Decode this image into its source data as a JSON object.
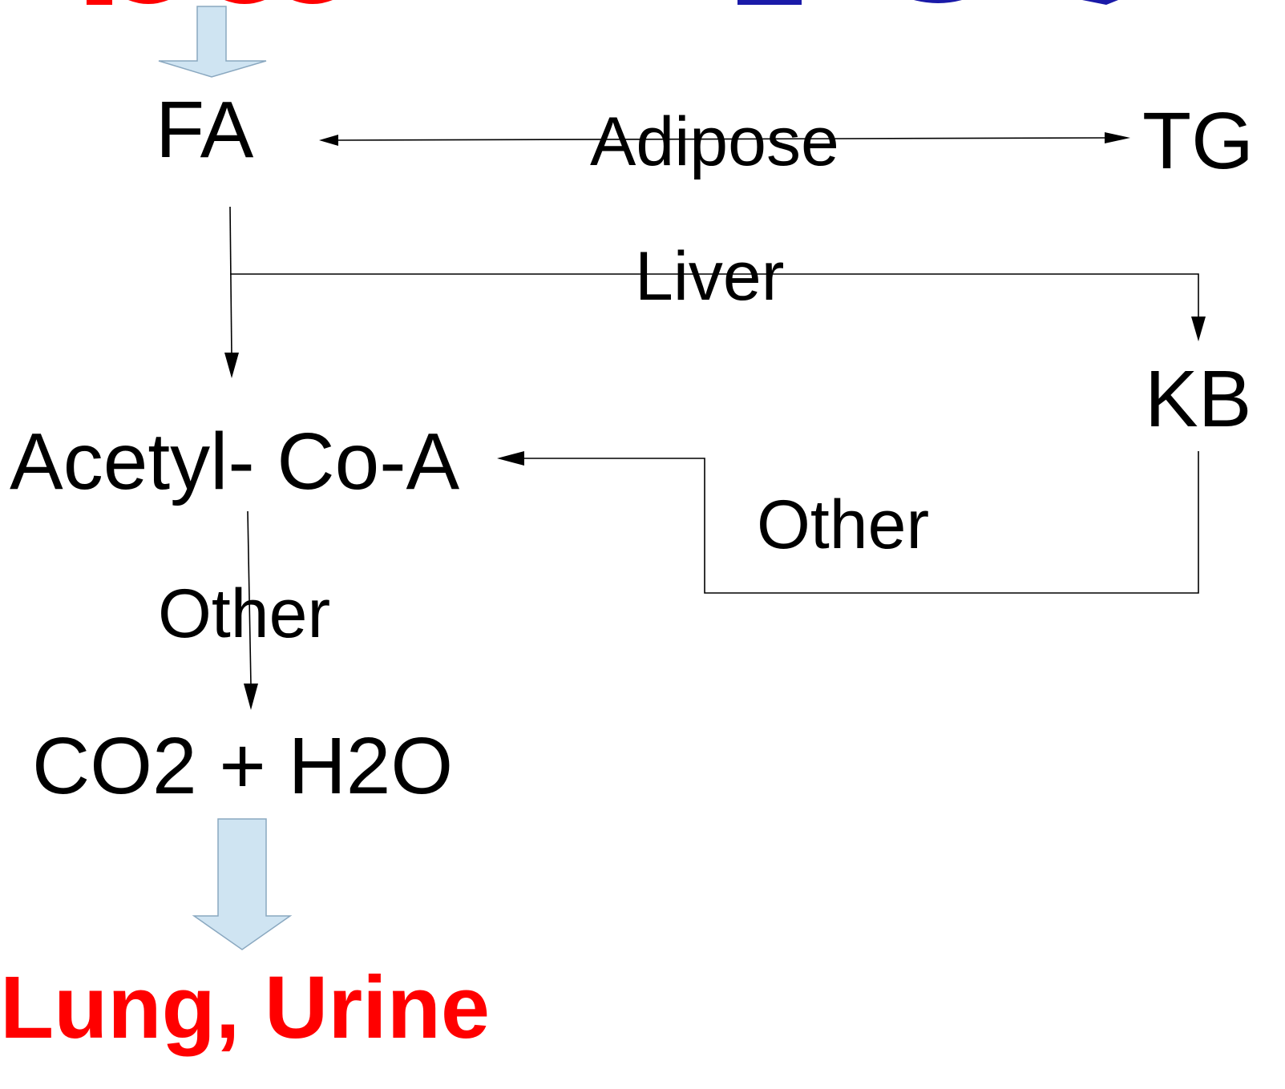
{
  "colors": {
    "edge": "#000000",
    "flow_fill": "#cfe4f2",
    "flow_stroke": "#8aa8c0",
    "heading_left": "#ff0000",
    "heading_right": "#1a1aa8",
    "bottom_label": "#ff0000"
  },
  "nodes": {
    "fa": "FA",
    "tg": "TG",
    "kb": "KB",
    "acetyl_coa": "Acetyl- Co-A",
    "co2_h2o": "CO2 + H2O"
  },
  "edge_labels": {
    "adipose": "Adipose",
    "liver": "Liver",
    "other_right": "Other",
    "other_left": "Other"
  },
  "bottom_label": "Lung, Urine"
}
